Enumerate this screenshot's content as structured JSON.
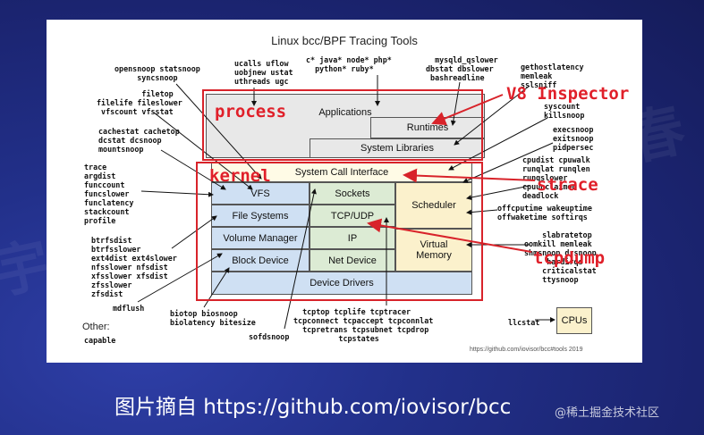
{
  "diagram": {
    "title": "Linux bcc/BPF Tracing Tools",
    "layers": {
      "applications": "Applications",
      "runtimes": "Runtimes",
      "system_libraries": "System Libraries",
      "syscall_interface": "System Call Interface",
      "vfs": "VFS",
      "sockets": "Sockets",
      "scheduler": "Scheduler",
      "file_systems": "File Systems",
      "tcp_udp": "TCP/UDP",
      "volume_manager": "Volume Manager",
      "ip": "IP",
      "virtual_memory": "Virtual\nMemory",
      "block_device": "Block Device",
      "net_device": "Net Device",
      "device_drivers": "Device Drivers",
      "cpus": "CPUs"
    },
    "tools": {
      "opensnoop": "opensnoop statsnoop\n     syncsnoop",
      "ucalls": "ucalls uflow\nuobjnew ustat\nuthreads ugc",
      "java": "c* java* node* php*\n  python* ruby*",
      "mysqld": "  mysqld_qslower\ndbstat dbslower\n bashreadline",
      "gethostlatency": "gethostlatency\nmemleak\nsslsniff",
      "filetop": "          filetop\nfilelife fileslower\n vfscount vfsstat",
      "syscount": "syscount\nkillsnoop",
      "cachestat": "cachestat cachetop\ndcstat dcsnoop\nmountsnoop",
      "execsnoop": "execsnoop\nexitsnoop\npidpersec",
      "trace": "trace\nargdist\nfunccount\nfuncslower\nfunclatency\nstackcount\nprofile",
      "cpudist": "cpudist cpuwalk\nrunqlat runqlen\nrunqslower\ncpuunclaimed\ndeadlock",
      "offcputime": "offcputime wakeuptime\noffwaketime softirqs",
      "btrfsdist": "btrfsdist\nbtrfsslower\next4dist ext4slower\nnfsslower nfsdist\nxfsslower xfsdist\nzfsslower\nzfsdist",
      "slabratetop": "    slabratetop\noomkill memleak\nshmsnoop drsnoop\n     hardirqs\n    criticalstat\n    ttysnoop",
      "mdflush": "mdflush",
      "biotop": "biotop biosnoop\nbiolatency bitesize",
      "sofdsnoop": "sofdsnoop",
      "tcptop": "  tcptop tcplife tcptracer\ntcpconnect tcpaccept tcpconnlat\n  tcpretrans tcpsubnet tcpdrop\n          tcpstates",
      "llcstat": "llcstat"
    },
    "other_label": "Other:",
    "other_tool": "capable",
    "credit": "https://github.com/iovisor/bcc#tools 2019"
  },
  "annotations": {
    "process": "process",
    "kernel": "kernel",
    "v8": "V8 Inspector",
    "strace": "strace",
    "tcpdump": "tcpdump"
  },
  "caption": "图片摘自 https://github.com/iovisor/bcc",
  "watermark": "@稀土掘金技术社区",
  "colors": {
    "annotation_red": "#e0202a",
    "vfs_fill": "#cfe0f3",
    "net_fill": "#dcebd4",
    "sched_fill": "#fbf1cc",
    "driver_fill": "#cfe0f3",
    "app_fill": "#e8e8e8"
  }
}
